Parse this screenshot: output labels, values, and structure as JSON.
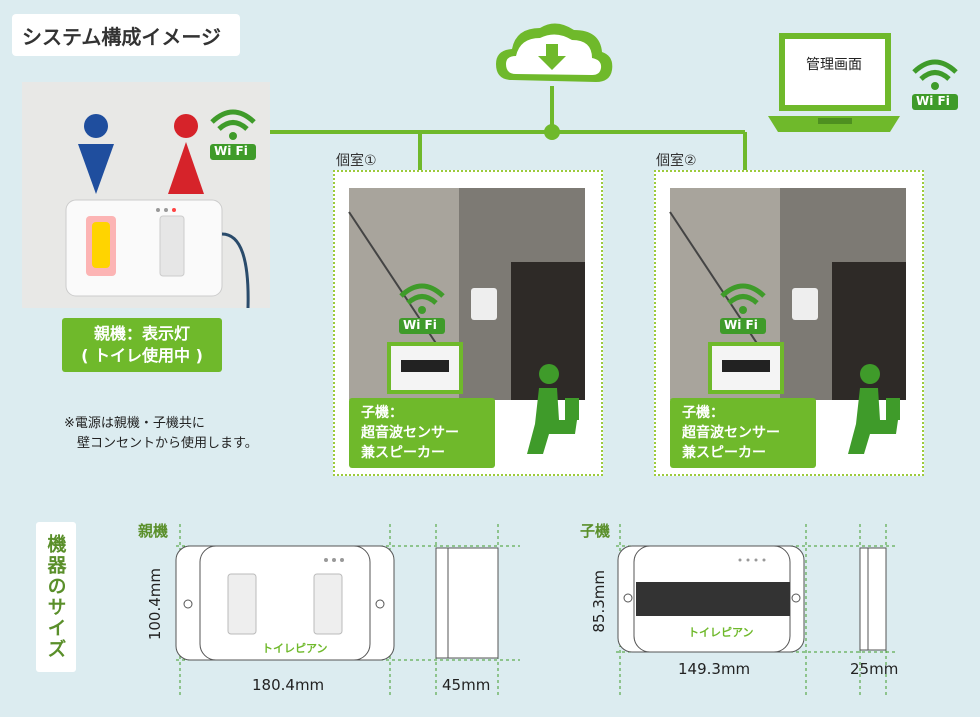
{
  "title": "システム構成イメージ",
  "parent_label_line1": "親機：表示灯",
  "parent_label_line2": "( トイレ使用中 )",
  "note": "※電源は親機・子機共に\n　壁コンセントから使用します。",
  "laptop_label": "管理画面",
  "wifi_text": "Wi Fi",
  "rooms": [
    {
      "title": "個室①",
      "child_label": "子機：\n超音波センサー\n兼スピーカー"
    },
    {
      "title": "個室②",
      "child_label": "子機：\n超音波センサー\n兼スピーカー"
    }
  ],
  "sizes_title": "機器のサイズ",
  "parent_device": {
    "name": "親機",
    "width": "180.4mm",
    "height": "100.4mm",
    "depth": "45mm"
  },
  "child_device": {
    "name": "子機",
    "width": "149.3mm",
    "height": "85.3mm",
    "depth": "25mm"
  },
  "brand": "トイレピアン",
  "colors": {
    "green": "#6fb92b",
    "dark_green": "#3f9b2a",
    "blue": "#1f4e9e",
    "red": "#d6232a"
  }
}
